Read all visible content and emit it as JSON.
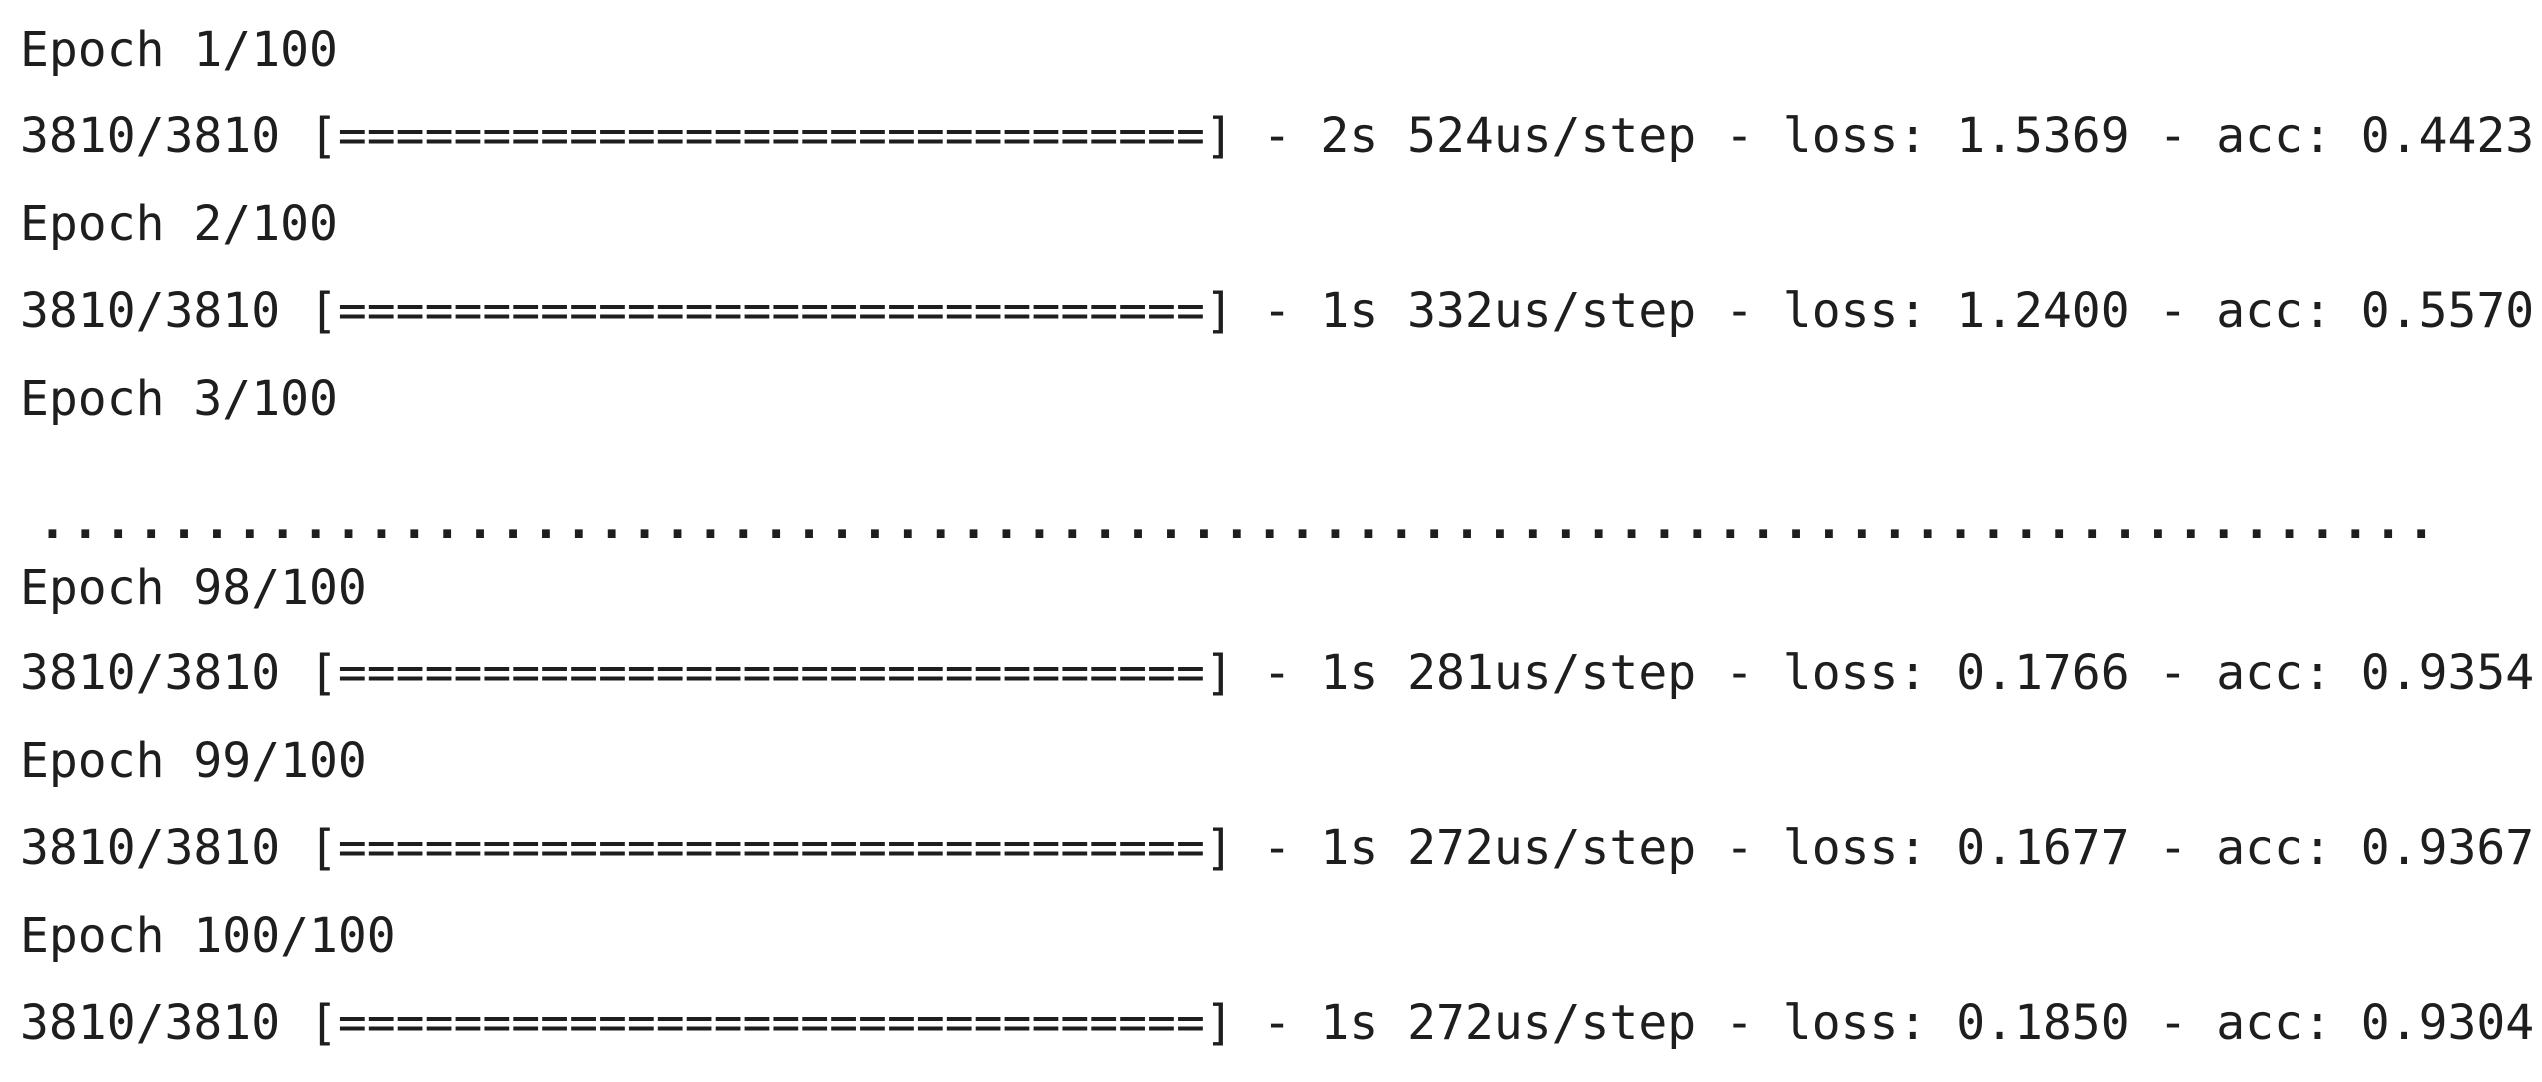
{
  "log": {
    "lines": [
      "Epoch 1/100",
      "3810/3810 [==============================] - 2s 524us/step - loss: 1.5369 - acc: 0.4423",
      "Epoch 2/100",
      "3810/3810 [==============================] - 1s 332us/step - loss: 1.2400 - acc: 0.5570",
      "Epoch 3/100",
      ".........................................................................",
      "Epoch 98/100",
      "3810/3810 [==============================] - 1s 281us/step - loss: 0.1766 - acc: 0.9354",
      "Epoch 99/100",
      "3810/3810 [==============================] - 1s 272us/step - loss: 0.1677 - acc: 0.9367",
      "Epoch 100/100",
      "3810/3810 [==============================] - 1s 272us/step - loss: 0.1850 - acc: 0.9304"
    ]
  }
}
